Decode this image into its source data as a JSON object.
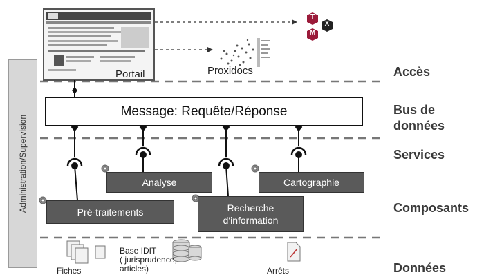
{
  "layers": {
    "acces": "Accès",
    "bus_line1": "Bus de",
    "bus_line2": "données",
    "services": "Services",
    "composants": "Composants",
    "donnees": "Données"
  },
  "admin_label": "Administration/Supervision",
  "bus_message": "Message: Requête/Réponse",
  "portail_label": "Portail",
  "proxidocs_label": "Proxidocs",
  "tmx_letters": [
    "T",
    "X",
    "M"
  ],
  "components": {
    "analyse": "Analyse",
    "cartographie": "Cartographie",
    "pretraitements": "Pré-traitements",
    "recherche_line1": "Recherche",
    "recherche_line2": "d'information"
  },
  "data_sources": {
    "fiches": "Fiches",
    "base_line1": "Base IDIT",
    "base_line2": "( jurisprudence,",
    "base_line3": "articles)",
    "arrets": "Arrêts"
  },
  "colors": {
    "component_fill": "#5a5a5a",
    "tmx_fill": "#9b1b3a",
    "admin_fill": "#d7d7d7"
  }
}
